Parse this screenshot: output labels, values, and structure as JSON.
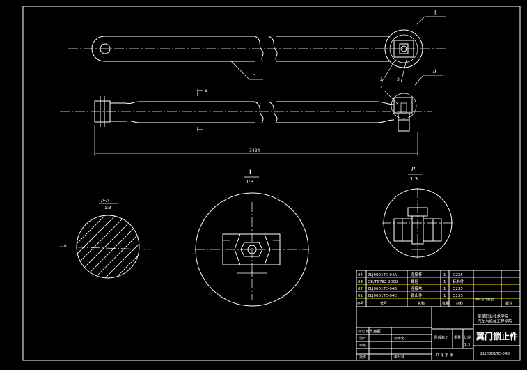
{
  "callouts": {
    "detail_1": "I",
    "detail_2": "II",
    "part_1": "1",
    "part_2": "2",
    "part_3": "3",
    "part_4": "4",
    "section_a": "A",
    "section_a_lower": "A"
  },
  "dimensions": {
    "overall_length": "3434",
    "section_scale_label": "A-A",
    "section_scale": "1:3"
  },
  "details": {
    "detail_i_label": "I",
    "detail_i_scale": "1:3",
    "detail_ii_label": "II",
    "detail_ii_scale": "1:3"
  },
  "title_block": {
    "parts": [
      {
        "no": "04",
        "code": "ZLJ0001TC-04A",
        "name": "连接杆",
        "qty": "1",
        "material": "Q235"
      },
      {
        "no": "03",
        "code": "GB/T5782-2000",
        "name": "螺栓",
        "qty": "1",
        "material": "标准件"
      },
      {
        "no": "02",
        "code": "ZLJ0001TC-04B",
        "name": "连接块",
        "qty": "1",
        "material": "Q235"
      },
      {
        "no": "01",
        "code": "ZLJ0001TC-04C",
        "name": "锁止件",
        "qty": "1",
        "material": "Q235"
      }
    ],
    "header": {
      "no": "序号",
      "code": "代号",
      "name": "名称",
      "qty": "数量",
      "material": "材料",
      "mass": "单件总计重量",
      "note": "备注"
    },
    "school_line1": "某某职业技术学院",
    "school_line2": "汽车与机械工程学院",
    "drawing_title": "翼门锁止件",
    "drawing_code": "ZLJ0001TC-04B",
    "labels": {
      "designer": "设计",
      "checker": "审核",
      "approver": "批准",
      "standard": "标准化",
      "stage": "阶段标记",
      "weight": "重量",
      "scale": "比例",
      "sheet": "共 张 第 张",
      "revision": "标记 处数 分区",
      "sign": "签名",
      "date": "年月日",
      "ratio": "1:3"
    }
  }
}
